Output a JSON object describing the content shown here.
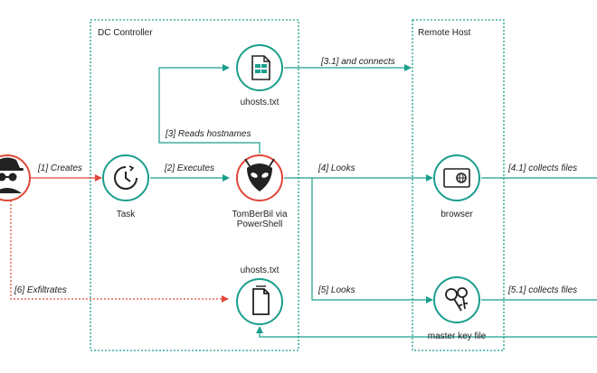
{
  "zones": {
    "dc": "DC Controller",
    "remote": "Remote Host"
  },
  "nodes": {
    "uhosts_top": "uhosts.txt",
    "task": "Task",
    "tool_line1": "TomBerBil via",
    "tool_line2": "PowerShell",
    "uhosts_bottom": "uhosts.txt",
    "browser": "browser",
    "masterkey": "master key file"
  },
  "edges": {
    "creates": "[1] Creates",
    "executes": "[2] Executes",
    "reads": "[3] Reads hostnames",
    "connects": "[3.1] and connects",
    "looks4": "[4] Looks",
    "collects41": "[4.1] collects files",
    "looks5": "[5] Looks",
    "collects51": "[5.1] collects files",
    "exfiltrates": "[6] Exfiltrates"
  },
  "colors": {
    "teal": "#1a9e8c",
    "red": "#e0473a",
    "zone": "#1a9e8c",
    "icon": "#222222"
  }
}
